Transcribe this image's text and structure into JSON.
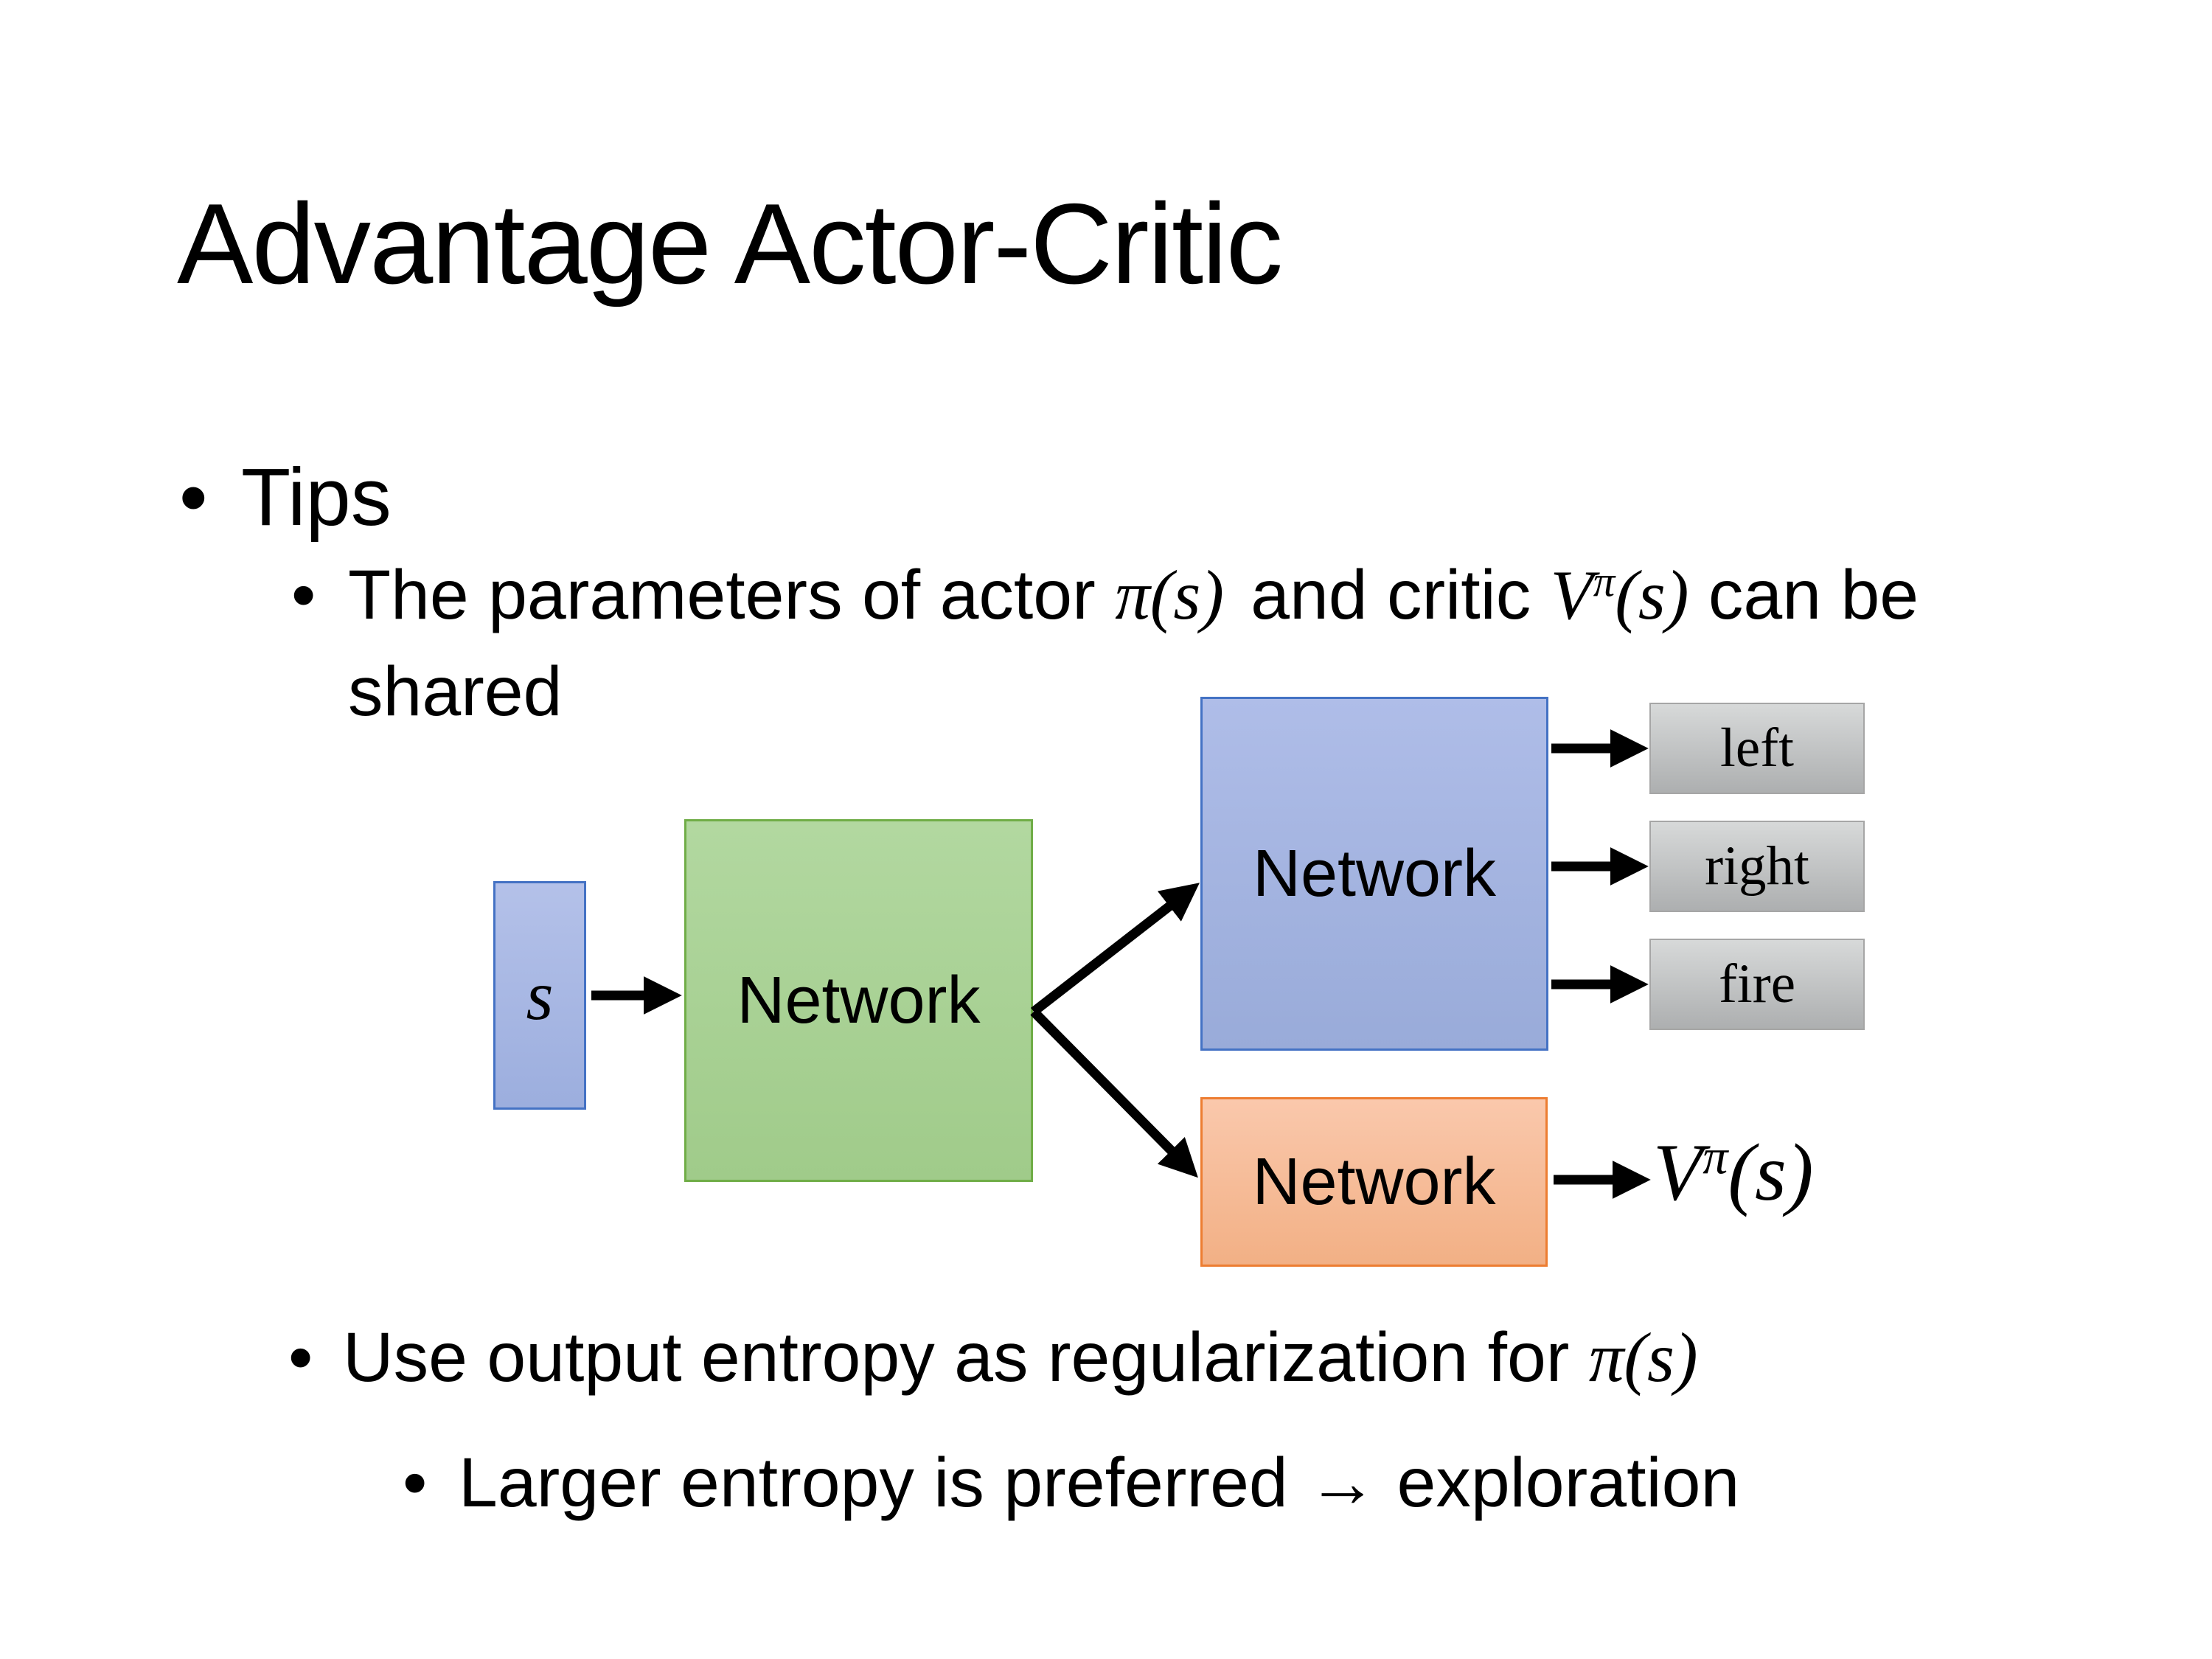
{
  "slide": {
    "title": "Advantage Actor-Critic",
    "bullet_char": "•",
    "tips": {
      "label": "Tips"
    },
    "param_bullet": {
      "pre": "The parameters of actor ",
      "actor_math": "π(s)",
      "mid": "and critic ",
      "critic_v": "V",
      "critic_sup": "π",
      "critic_tail": "(s)",
      "line2": "can be shared"
    },
    "entropy_bullet": {
      "pre": "Use output entropy as regularization for ",
      "math": "π(s)"
    },
    "larger_bullet": {
      "label": "Larger entropy is preferred → exploration"
    },
    "diagram": {
      "input_label": "s",
      "shared_network_label": "Network",
      "actor_network_label": "Network",
      "critic_network_label": "Network",
      "actions": [
        "left",
        "right",
        "fire"
      ],
      "critic_output": {
        "v": "V",
        "sup": "π",
        "tail": "(s)"
      },
      "colors": {
        "input_fill": "#A8B7E3",
        "input_border": "#4472C4",
        "shared_fill": "#A9D196",
        "shared_border": "#70AD47",
        "actor_fill": "#A4B4E0",
        "actor_border": "#4472C4",
        "critic_fill": "#F6BC9A",
        "critic_border": "#ED7D31",
        "action_fill": "#C5C7C8",
        "action_border": "#A6A6A6",
        "arrow": "#000000"
      }
    }
  }
}
